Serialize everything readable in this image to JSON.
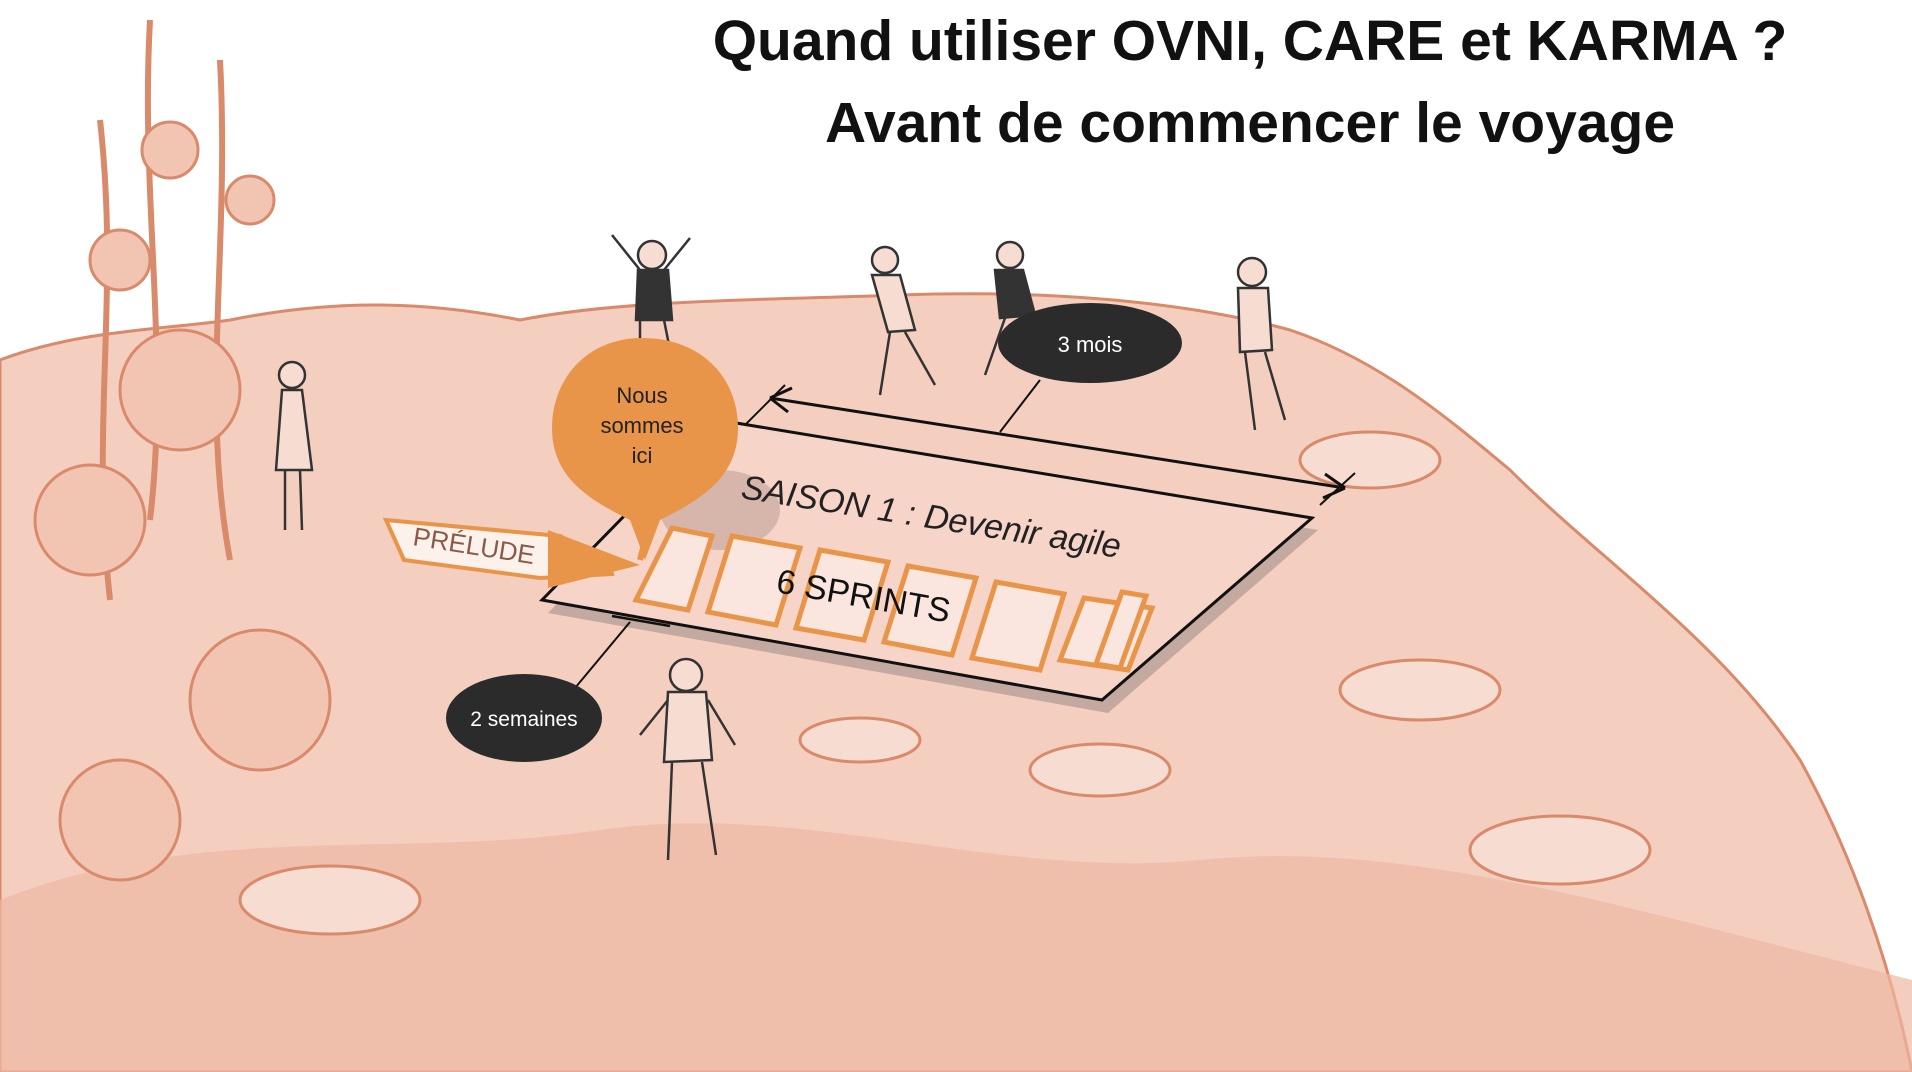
{
  "header": {
    "title_line1": "Quand utiliser OVNI, CARE et KARMA ?",
    "title_line2": "Avant de commencer le voyage"
  },
  "board": {
    "season_label": "SAISON 1 : Devenir agile",
    "sprints_label": "6 SPRINTS",
    "sprint_count": 6
  },
  "prelude_label": "PRÉLUDE",
  "marker": {
    "line1": "Nous",
    "line2": "sommes",
    "line3": "ici"
  },
  "durations": {
    "season": "3 mois",
    "sprint": "2 semaines"
  },
  "colors": {
    "accent_orange": "#e8954a",
    "terrain_fill": "#f2c4b2",
    "terrain_stroke": "#d98a6a",
    "board_fill": "#f6d4c8",
    "bubble_dark": "#2b2b2b"
  }
}
